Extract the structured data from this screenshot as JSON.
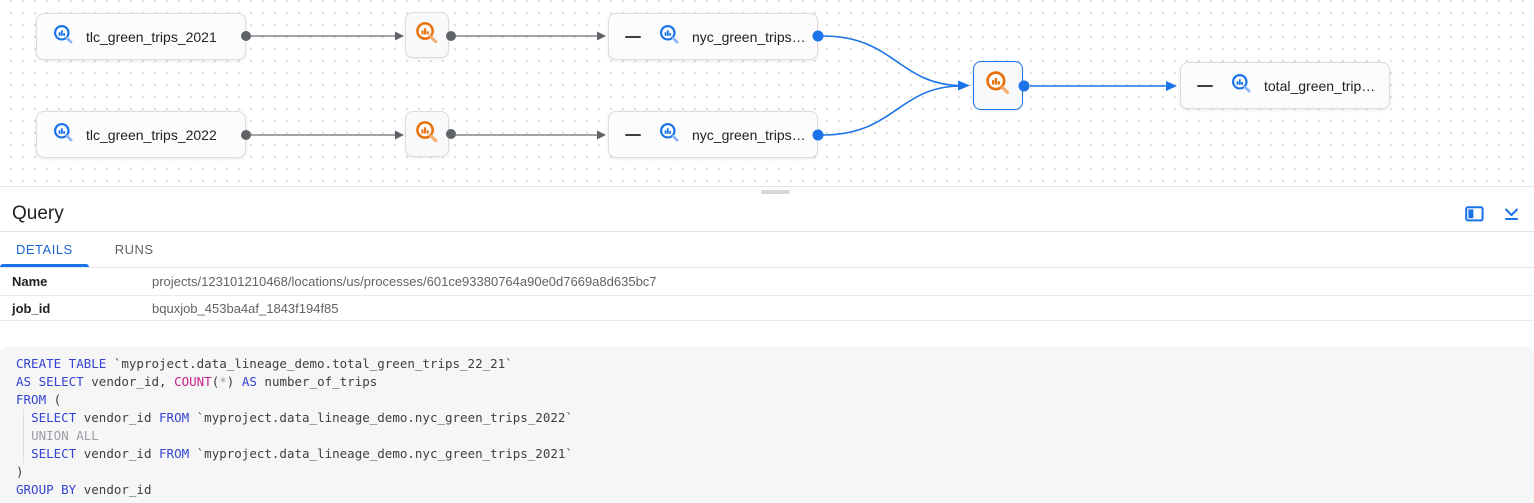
{
  "lineage_graph": {
    "nodes": {
      "tlc_2021": {
        "label": "tlc_green_trips_2021",
        "type": "bigquery-table"
      },
      "tlc_2022": {
        "label": "tlc_green_trips_2022",
        "type": "bigquery-table"
      },
      "nyc_2021": {
        "label": "nyc_green_trips…",
        "type": "bigquery-table",
        "collapsible": true
      },
      "nyc_2022": {
        "label": "nyc_green_trips…",
        "type": "bigquery-table",
        "collapsible": true
      },
      "total": {
        "label": "total_green_trip…",
        "type": "bigquery-table",
        "collapsible": true
      },
      "query_1": {
        "label": "",
        "type": "query-process"
      },
      "query_2": {
        "label": "",
        "type": "query-process"
      },
      "query_selected": {
        "label": "",
        "type": "query-process",
        "selected": true
      }
    }
  },
  "query_panel": {
    "title": "Query",
    "tabs": [
      {
        "label": "DETAILS",
        "active": true
      },
      {
        "label": "RUNS",
        "active": false
      }
    ],
    "details": [
      {
        "label": "Name",
        "value": "projects/123101210468/locations/us/processes/601ce93380764a90e0d7669a8d635bc7"
      },
      {
        "label": "job_id",
        "value": "bquxjob_453ba4af_1843f194f85"
      }
    ],
    "sql": {
      "text": "CREATE TABLE `myproject.data_lineage_demo.total_green_trips_22_21`\nAS SELECT vendor_id, COUNT(*) AS number_of_trips\nFROM (\n  SELECT vendor_id FROM `myproject.data_lineage_demo.nyc_green_trips_2022`\n  UNION ALL\n  SELECT vendor_id FROM `myproject.data_lineage_demo.nyc_green_trips_2021`\n)\nGROUP BY vendor_id",
      "lines": [
        {
          "indent": false,
          "tokens": [
            {
              "t": "CREATE TABLE ",
              "c": "kw"
            },
            {
              "t": "`myproject.data_lineage_demo.total_green_trips_22_21`",
              "c": "def"
            }
          ]
        },
        {
          "indent": false,
          "tokens": [
            {
              "t": "AS SELECT ",
              "c": "kw"
            },
            {
              "t": "vendor_id, ",
              "c": "def"
            },
            {
              "t": "COUNT",
              "c": "fn"
            },
            {
              "t": "(",
              "c": "def"
            },
            {
              "t": "*",
              "c": "mut"
            },
            {
              "t": ") ",
              "c": "def"
            },
            {
              "t": "AS",
              "c": "kw"
            },
            {
              "t": " number_of_trips",
              "c": "def"
            }
          ]
        },
        {
          "indent": false,
          "tokens": [
            {
              "t": "FROM",
              "c": "kw"
            },
            {
              "t": " (",
              "c": "def"
            }
          ]
        },
        {
          "indent": true,
          "tokens": [
            {
              "t": "  ",
              "c": "def"
            },
            {
              "t": "SELECT",
              "c": "kw"
            },
            {
              "t": " vendor_id ",
              "c": "def"
            },
            {
              "t": "FROM",
              "c": "kw"
            },
            {
              "t": " `myproject.data_lineage_demo.nyc_green_trips_2022`",
              "c": "def"
            }
          ]
        },
        {
          "indent": true,
          "tokens": [
            {
              "t": "  ",
              "c": "def"
            },
            {
              "t": "UNION ALL",
              "c": "mut"
            }
          ]
        },
        {
          "indent": true,
          "tokens": [
            {
              "t": "  ",
              "c": "def"
            },
            {
              "t": "SELECT",
              "c": "kw"
            },
            {
              "t": " vendor_id ",
              "c": "def"
            },
            {
              "t": "FROM",
              "c": "kw"
            },
            {
              "t": " `myproject.data_lineage_demo.nyc_green_trips_2021`",
              "c": "def"
            }
          ]
        },
        {
          "indent": false,
          "tokens": [
            {
              "t": ")",
              "c": "def"
            }
          ]
        },
        {
          "indent": false,
          "tokens": [
            {
              "t": "GROUP BY",
              "c": "kw"
            },
            {
              "t": " vendor_id",
              "c": "def"
            }
          ]
        }
      ]
    }
  },
  "colors": {
    "accent_blue": "#1a73e8",
    "accent_blue_light": "#8ab4f8",
    "process_orange": "#e8710a",
    "process_orange_light": "#f6ad6b",
    "edge_gray": "#80868b",
    "keyword_blue": "#3343d4",
    "function_magenta": "#c6228f",
    "muted_gray": "#9aa0a6",
    "code_bg": "#f6f6f6"
  }
}
